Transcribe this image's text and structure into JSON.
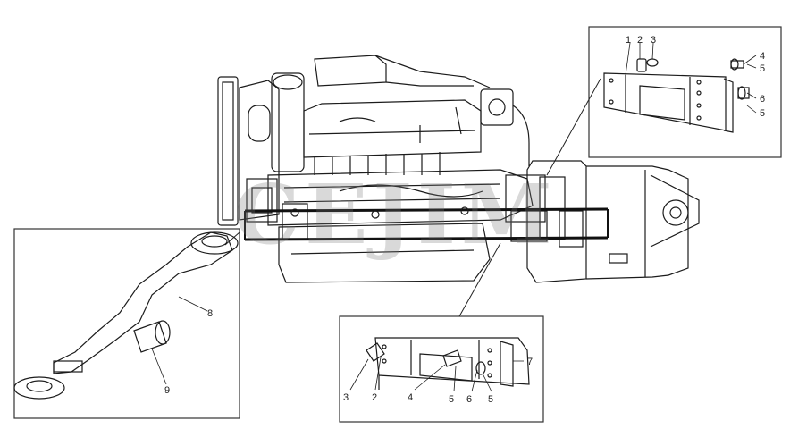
{
  "watermark": "CEJIM",
  "callouts": {
    "left_inset": [
      "8",
      "9"
    ],
    "top_right_inset": [
      "1",
      "2",
      "3",
      "4",
      "5",
      "6",
      "5"
    ],
    "bottom_inset": [
      "7",
      "3",
      "2",
      "4",
      "5",
      "6",
      "5"
    ]
  },
  "colors": {
    "ink": "#1c1c1c",
    "frame": "#333333",
    "watermark": "#8a8a8a"
  }
}
